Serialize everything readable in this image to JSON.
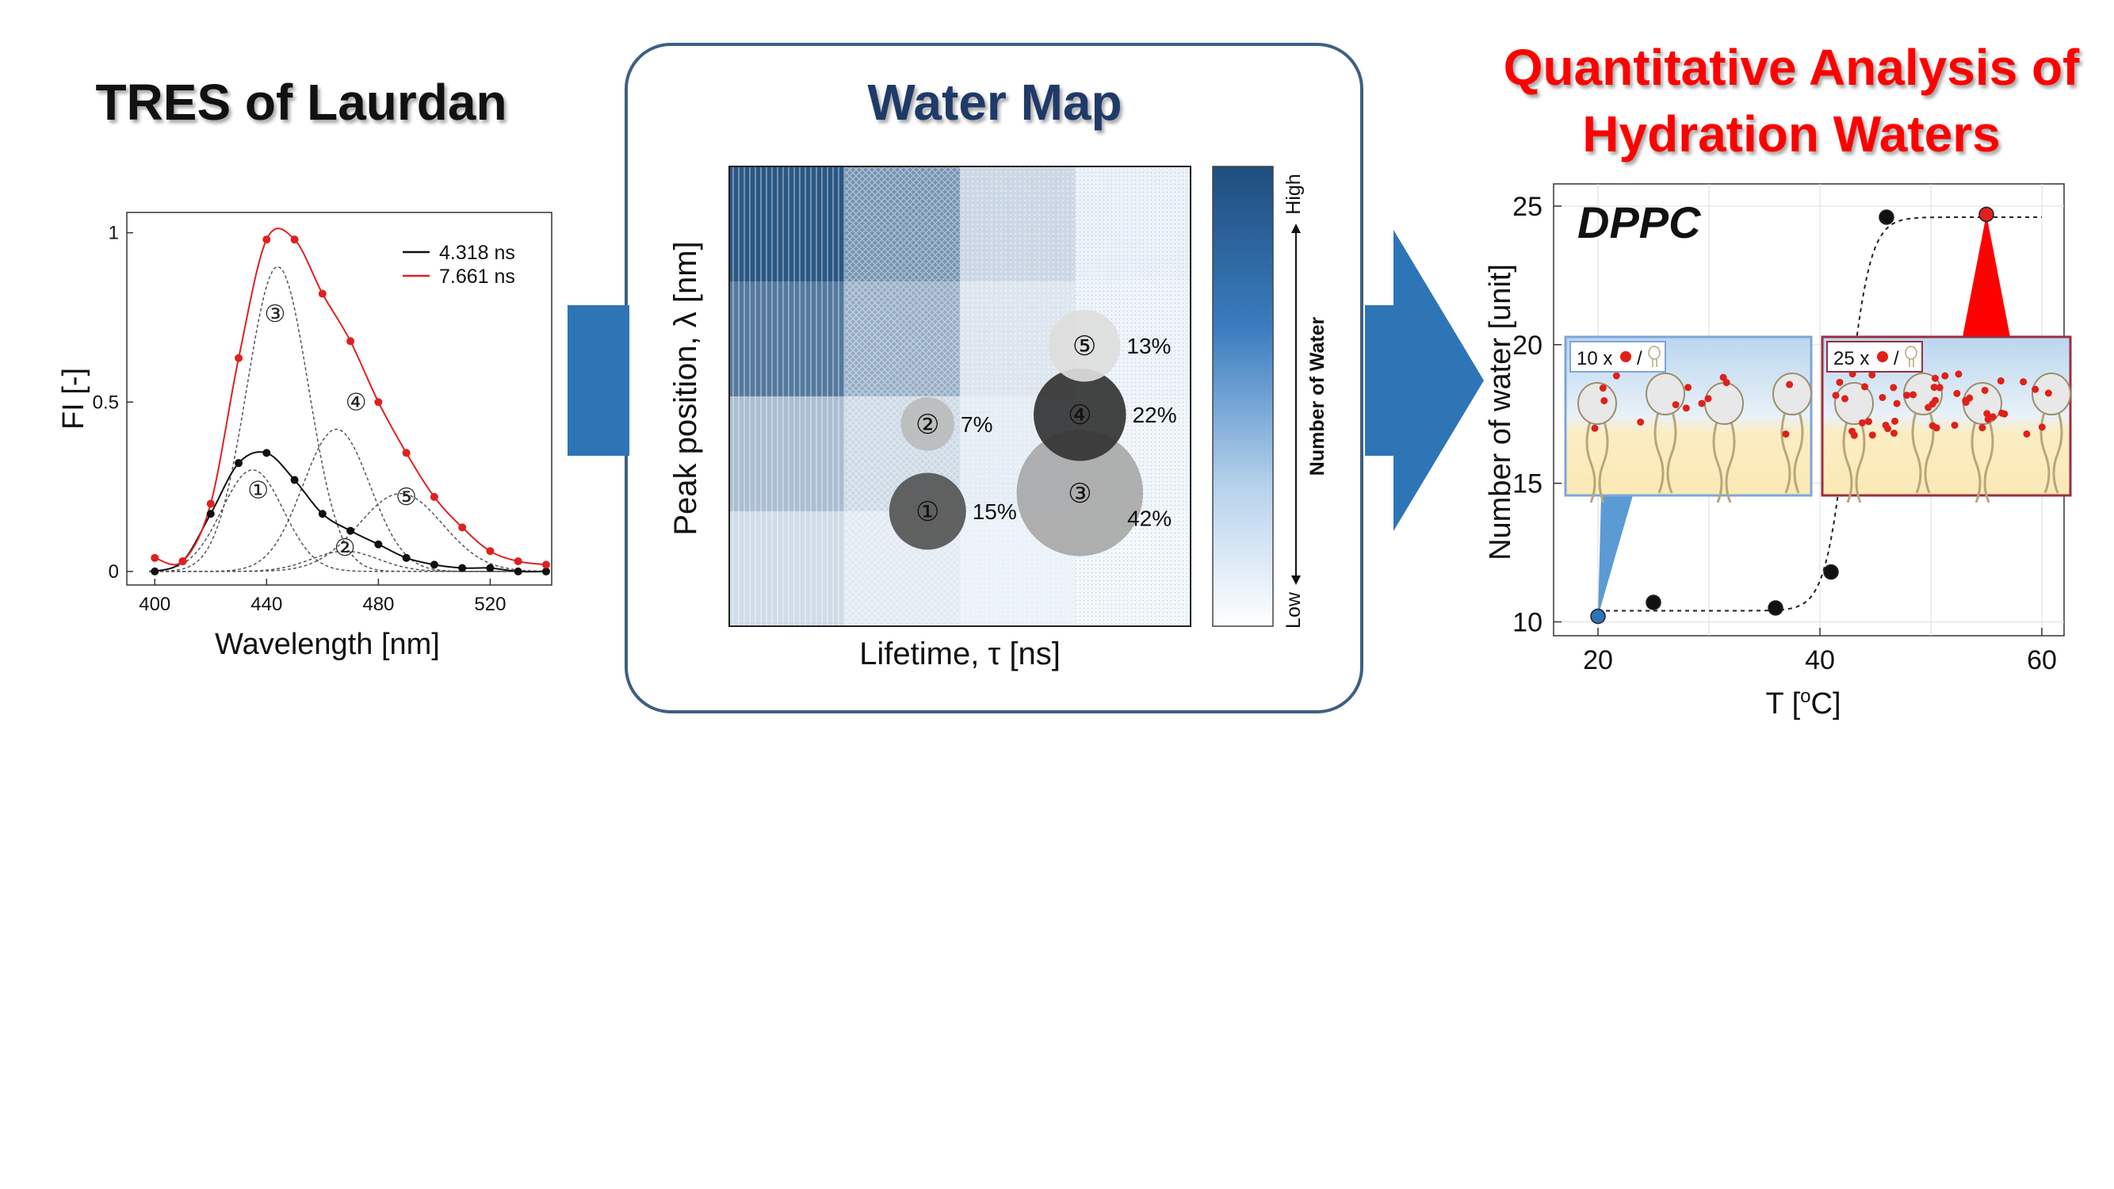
{
  "titles": {
    "tres": "TRES of Laurdan",
    "water_map": "Water Map",
    "quant_line1": "Quantitative Analysis of",
    "quant_line2": "Hydration Waters"
  },
  "colors": {
    "arrow": "#2e75b6",
    "water_map_box": "#3e5f85",
    "series_black": "#111111",
    "series_red": "#e02020",
    "title_red": "#ff0000",
    "title_blue": "#1f3a68"
  },
  "chart_data": [
    {
      "id": "tres",
      "type": "line",
      "xlabel": "Wavelength [nm]",
      "ylabel": "FI [-]",
      "xlim": [
        390,
        542
      ],
      "ylim": [
        -0.04,
        1.06
      ],
      "xticks": [
        400,
        440,
        480,
        520
      ],
      "yticks": [
        0,
        0.5,
        1
      ],
      "ytick_labels": [
        "0",
        "0.5",
        "1"
      ],
      "legend": "top-right",
      "series": [
        {
          "name": "4.318 ns",
          "color": "#111111",
          "x": [
            400,
            410,
            420,
            430,
            440,
            450,
            460,
            470,
            480,
            490,
            500,
            510,
            520,
            530,
            540
          ],
          "y": [
            0.0,
            0.03,
            0.17,
            0.32,
            0.35,
            0.27,
            0.17,
            0.12,
            0.08,
            0.04,
            0.02,
            0.01,
            0.01,
            0.0,
            0.0
          ]
        },
        {
          "name": "7.661 ns",
          "color": "#e02020",
          "x": [
            400,
            410,
            420,
            430,
            440,
            450,
            460,
            470,
            480,
            490,
            500,
            510,
            520,
            530,
            540
          ],
          "y": [
            0.04,
            0.03,
            0.2,
            0.63,
            0.98,
            0.98,
            0.82,
            0.68,
            0.5,
            0.35,
            0.22,
            0.13,
            0.06,
            0.03,
            0.02
          ]
        }
      ],
      "components": [
        {
          "label": "①",
          "center": 435,
          "width": 11,
          "amp": 0.3,
          "label_x": 437,
          "label_y": 0.24
        },
        {
          "label": "②",
          "center": 468,
          "width": 12,
          "amp": 0.06,
          "label_x": 468,
          "label_y": 0.07
        },
        {
          "label": "③",
          "center": 444,
          "width": 11,
          "amp": 0.9,
          "label_x": 443,
          "label_y": 0.76
        },
        {
          "label": "④",
          "center": 465,
          "width": 12,
          "amp": 0.42,
          "label_x": 472,
          "label_y": 0.5
        },
        {
          "label": "⑤",
          "center": 488,
          "width": 15,
          "amp": 0.23,
          "label_x": 490,
          "label_y": 0.22
        }
      ]
    },
    {
      "id": "water_map",
      "type": "heatmap",
      "xlabel": "Lifetime, τ [ns]",
      "ylabel": "Peak position, λ [nm]",
      "colorbar_label": "Number of Water",
      "colorbar_high": "High",
      "colorbar_low": "Low",
      "grid_rows": 4,
      "grid_cols": 4,
      "intensity": [
        [
          0.95,
          0.6,
          0.2,
          0.05
        ],
        [
          0.75,
          0.45,
          0.12,
          0.04
        ],
        [
          0.35,
          0.2,
          0.08,
          0.03
        ],
        [
          0.18,
          0.1,
          0.05,
          0.02
        ]
      ],
      "bubbles": [
        {
          "label": "①",
          "percent": "15%",
          "gx": 0.43,
          "gy": 0.25,
          "size": 15,
          "shade": "#555555"
        },
        {
          "label": "②",
          "percent": "7%",
          "gx": 0.43,
          "gy": 0.44,
          "size": 7,
          "shade": "#bbbbbb"
        },
        {
          "label": "③",
          "percent": "42%",
          "gx": 0.76,
          "gy": 0.29,
          "size": 42,
          "shade": "#a8a8a8"
        },
        {
          "label": "④",
          "percent": "22%",
          "gx": 0.76,
          "gy": 0.46,
          "size": 22,
          "shade": "#333333"
        },
        {
          "label": "⑤",
          "percent": "13%",
          "gx": 0.77,
          "gy": 0.61,
          "size": 13,
          "shade": "#dddddd"
        }
      ]
    },
    {
      "id": "hydration",
      "type": "scatter",
      "annotation": "DPPC",
      "xlabel": "T [°C]",
      "xlabel_base": "T [",
      "xlabel_sup": "o",
      "xlabel_end": "C]",
      "ylabel": "Number of water [unit]",
      "xlim": [
        16,
        62
      ],
      "ylim": [
        9.5,
        25.8
      ],
      "xticks": [
        20,
        40,
        60
      ],
      "yticks": [
        10,
        15,
        20,
        25
      ],
      "series": [
        {
          "x": [
            20,
            25,
            36,
            41,
            46,
            55
          ],
          "y": [
            10.2,
            10.7,
            10.5,
            11.8,
            24.6,
            24.7
          ]
        }
      ],
      "highlight_low": {
        "x": 20,
        "y": 10.2,
        "color": "#2e75b6"
      },
      "highlight_high": {
        "x": 55,
        "y": 24.7,
        "color": "#e02020"
      },
      "fit_curve": {
        "low": 10.4,
        "high": 24.6,
        "mid": 42.5,
        "scale": 1.0
      },
      "insets": [
        {
          "label": "10 x",
          "separator": "/"
        },
        {
          "label": "25 x",
          "separator": "/"
        }
      ]
    }
  ]
}
